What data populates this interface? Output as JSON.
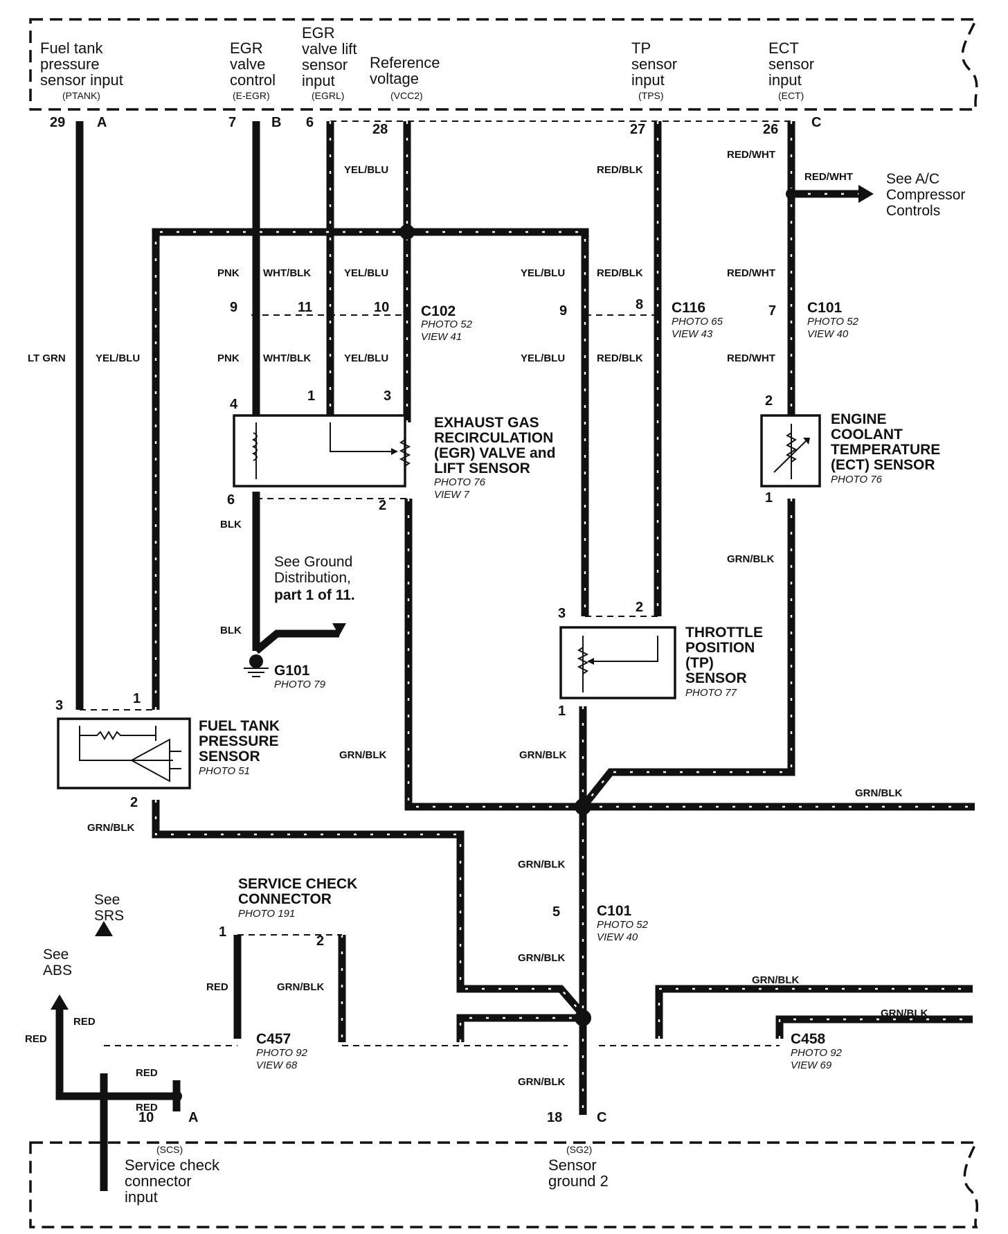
{
  "ecm_top": {
    "inputs": [
      {
        "lines": [
          "Fuel tank",
          "pressure",
          "sensor input"
        ],
        "abbr": "(PTANK)",
        "pin": "29",
        "letter": "A"
      },
      {
        "lines": [
          "EGR",
          "valve",
          "control"
        ],
        "abbr": "(E-EGR)",
        "pin": "7",
        "letter": "B"
      },
      {
        "lines": [
          "EGR",
          "valve lift",
          "sensor",
          "input"
        ],
        "abbr": "(EGRL)",
        "pin": "6"
      },
      {
        "lines": [
          "Reference",
          "voltage"
        ],
        "abbr": "(VCC2)",
        "pin": "28"
      },
      {
        "lines": [
          "TP",
          "sensor",
          "input"
        ],
        "abbr": "(TPS)",
        "pin": "27"
      },
      {
        "lines": [
          "ECT",
          "sensor",
          "input"
        ],
        "abbr": "(ECT)",
        "pin": "26",
        "letter": "C"
      }
    ]
  },
  "ecm_bottom": {
    "scs": {
      "abbr": "(SCS)",
      "lines": [
        "Service check",
        "connector",
        "input"
      ],
      "pin": "10",
      "letter": "A"
    },
    "sg2": {
      "abbr": "(SG2)",
      "lines": [
        "Sensor",
        "ground 2"
      ],
      "pin": "18",
      "letter": "C"
    }
  },
  "wire_colors": {
    "lt_grn": "LT GRN",
    "yel_blu": "YEL/BLU",
    "pnk": "PNK",
    "wht_blk": "WHT/BLK",
    "red_blk": "RED/BLK",
    "red_wht": "RED/WHT",
    "grn_blk": "GRN/BLK",
    "blk": "BLK",
    "red": "RED"
  },
  "connectors": {
    "c102": {
      "name": "C102",
      "photo": "PHOTO 52",
      "view": "VIEW 41"
    },
    "c116": {
      "name": "C116",
      "photo": "PHOTO 65",
      "view": "VIEW 43"
    },
    "c101_top": {
      "name": "C101",
      "photo": "PHOTO 52",
      "view": "VIEW 40"
    },
    "c101_mid": {
      "name": "C101",
      "photo": "PHOTO 52",
      "view": "VIEW 40"
    },
    "c457": {
      "name": "C457",
      "photo": "PHOTO 92",
      "view": "VIEW 68"
    },
    "c458": {
      "name": "C458",
      "photo": "PHOTO 92",
      "view": "VIEW 69"
    }
  },
  "components": {
    "egr": {
      "lines": [
        "EXHAUST GAS",
        "RECIRCULATION",
        "(EGR) VALVE and",
        "LIFT SENSOR"
      ],
      "photo": "PHOTO 76",
      "view": "VIEW 7"
    },
    "ect": {
      "lines": [
        "ENGINE",
        "COOLANT",
        "TEMPERATURE",
        "(ECT) SENSOR"
      ],
      "photo": "PHOTO 76"
    },
    "tp": {
      "lines": [
        "THROTTLE",
        "POSITION",
        "(TP)",
        "SENSOR"
      ],
      "photo": "PHOTO 77"
    },
    "fuel": {
      "lines": [
        "FUEL TANK",
        "PRESSURE",
        "SENSOR"
      ],
      "photo": "PHOTO 51"
    },
    "scc": {
      "lines": [
        "SERVICE CHECK",
        "CONNECTOR"
      ],
      "photo": "PHOTO 191"
    },
    "g101": {
      "name": "G101",
      "photo": "PHOTO 79"
    }
  },
  "refs": {
    "ac": [
      "See A/C",
      "Compressor",
      "Controls"
    ],
    "ground": [
      "See Ground",
      "Distribution,",
      "part 1 of 11."
    ],
    "srs": [
      "See",
      "SRS"
    ],
    "abs": [
      "See",
      "ABS"
    ]
  },
  "pins": {
    "c102_9": "9",
    "c102_11": "11",
    "c102_10": "10",
    "c116_9": "9",
    "c116_8": "8",
    "c101_7": "7",
    "egr_4": "4",
    "egr_1": "1",
    "egr_3": "3",
    "egr_6": "6",
    "egr_2": "2",
    "ect_2": "2",
    "ect_1": "1",
    "tp_3": "3",
    "tp_2": "2",
    "tp_1": "1",
    "fuel_3": "3",
    "fuel_1": "1",
    "fuel_2": "2",
    "c101_5": "5",
    "scc_1": "1",
    "scc_2": "2"
  }
}
